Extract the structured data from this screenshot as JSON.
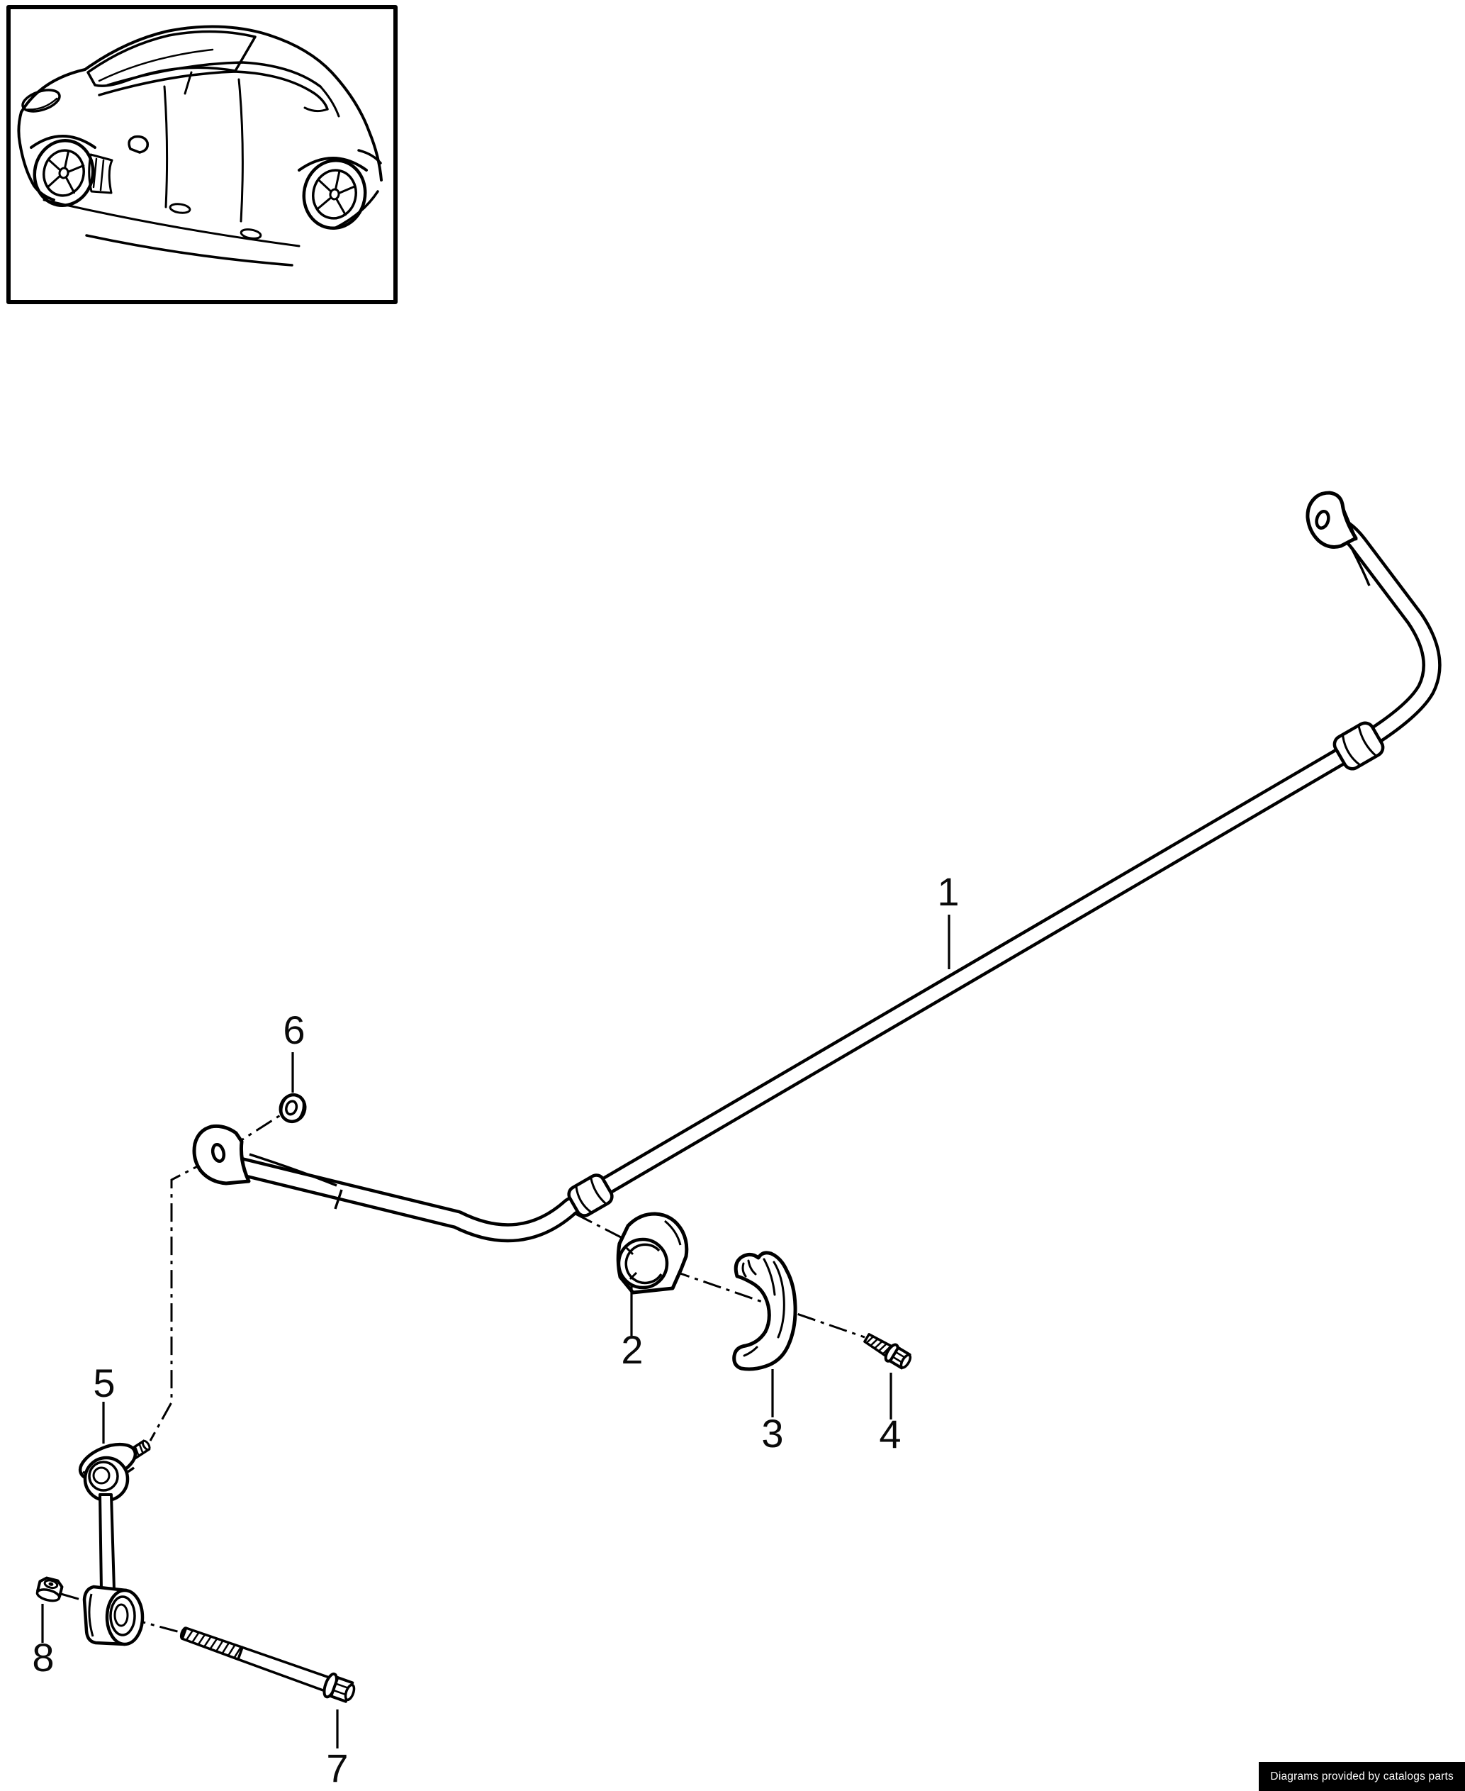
{
  "colors": {
    "background": "#ffffff",
    "line": "#000000",
    "watermark_bg": "#000000",
    "watermark_fg": "#ffffff"
  },
  "inset": {
    "icon": "car-line-art-rear-three-quarter"
  },
  "callouts": [
    {
      "label": "1"
    },
    {
      "label": "2"
    },
    {
      "label": "3"
    },
    {
      "label": "4"
    },
    {
      "label": "5"
    },
    {
      "label": "6"
    },
    {
      "label": "7"
    },
    {
      "label": "8"
    }
  ],
  "watermark": {
    "text": "Diagrams provided by catalogs parts"
  }
}
